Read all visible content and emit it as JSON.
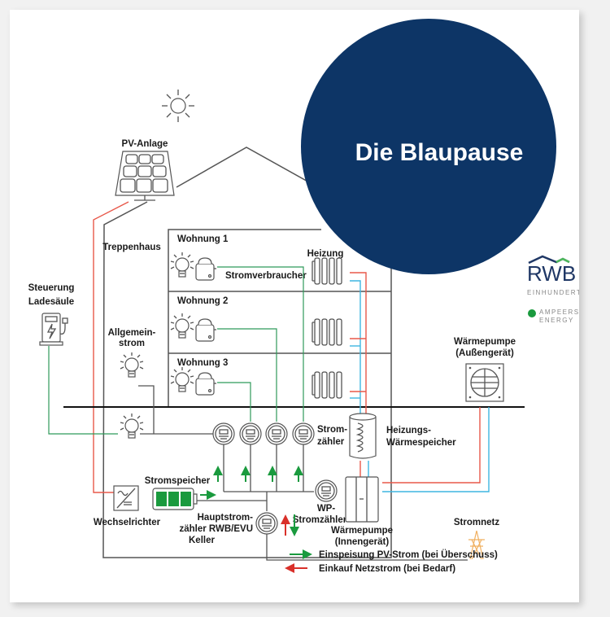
{
  "title": "Die Blaupause",
  "colors": {
    "circle": "#0d3566",
    "supply_line": "#e8584a",
    "return_line": "#3fb6e0",
    "power_line": "#2f9a5a",
    "export_arrow": "#1a9a3e",
    "import_arrow": "#d9302a",
    "battery": "#1a9a3e",
    "grid_pylon": "#f0b060",
    "logo_primary": "#1f3765",
    "logo_accent": "#4cb85a"
  },
  "labels": {
    "pv": "PV-Anlage",
    "treppenhaus": "Treppenhaus",
    "wohnung1": "Wohnung 1",
    "wohnung2": "Wohnung 2",
    "wohnung3": "Wohnung 3",
    "stromverbraucher": "Stromverbraucher",
    "heizung": "Heizung",
    "steuerung1": "Steuerung",
    "steuerung2": "Ladesäule",
    "allgemein1": "Allgemein-",
    "allgemein2": "strom",
    "waermepumpe_aussen1": "Wärmepumpe",
    "waermepumpe_aussen2": "(Außengerät)",
    "stromzaehler1": "Strom-",
    "stromzaehler2": "zähler",
    "heizspeicher1": "Heizungs-",
    "heizspeicher2": "Wärmespeicher",
    "stromspeicher": "Stromspeicher",
    "wechselrichter": "Wechselrichter",
    "hauptzaehler1": "Hauptstrom-",
    "hauptzaehler2": "zähler RWB/EVU",
    "keller": "Keller",
    "wp_zaehler1": "WP-",
    "wp_zaehler2": "Stromzähler",
    "waermepumpe_innen1": "Wärmepumpe",
    "waermepumpe_innen2": "(Innengerät)",
    "stromnetz": "Stromnetz"
  },
  "legend": [
    {
      "label": "Einspeisung PV-Strom (bei Überschuss)",
      "direction": "right",
      "color": "#1a9a3e"
    },
    {
      "label": "Einkauf Netzstrom (bei Bedarf)",
      "direction": "left",
      "color": "#d9302a"
    }
  ],
  "logos": {
    "rwb": "RWB",
    "einhundert": "EINHUNDERT",
    "ampeers1": "AMPEERS",
    "ampeers2": "ENERGY"
  }
}
